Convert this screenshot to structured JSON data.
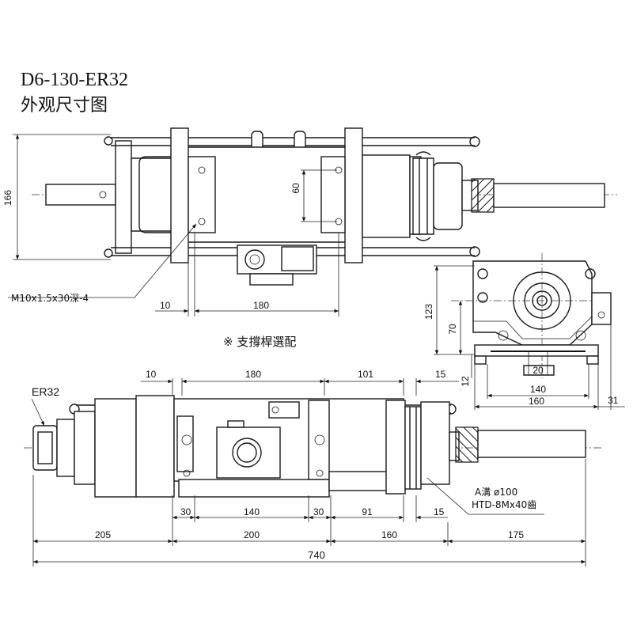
{
  "title": {
    "model": "D6-130-ER32",
    "subtitle": "外观尺寸图"
  },
  "top_view": {
    "dim_height": "166",
    "dim_inner": "60",
    "dim_left": "10",
    "dim_length": "180",
    "callout_thread": "M10x1.5x30深-4"
  },
  "side_view": {
    "dim_123": "123",
    "dim_70": "70",
    "dim_12": "12",
    "dim_20": "20",
    "dim_140": "140",
    "dim_160": "160",
    "dim_31": "31"
  },
  "note_support": "※  支撐桿選配",
  "front_view": {
    "top_dims": [
      "10",
      "180",
      "101",
      "15"
    ],
    "collet_label": "ER32",
    "bottom_dims": [
      "30",
      "140",
      "30",
      "91",
      "15"
    ],
    "overall_dims": [
      "205",
      "200",
      "160",
      "175"
    ],
    "total_length": "740",
    "pulley_label_1": "A溝 ø100",
    "pulley_label_2": "HTD-8Mx40齒"
  }
}
